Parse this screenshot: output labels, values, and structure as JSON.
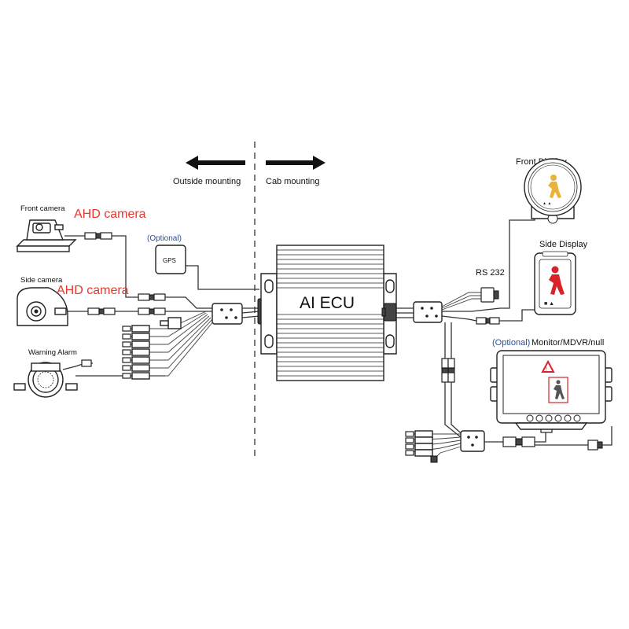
{
  "mounting": {
    "outside_label": "Outside mounting",
    "cab_label": "Cab mounting"
  },
  "devices": {
    "front_camera": "Front camera",
    "side_camera": "Side camera",
    "warning_alarm": "Warning Alarm",
    "ahd_camera_label_1": "AHD camera",
    "ahd_camera_label_2": "AHD camera",
    "gps_optional": "(Optional)",
    "gps": "GPS",
    "ecu": "AI ECU",
    "rs232": "RS 232",
    "front_display": "Front Display",
    "side_display": "Side Display",
    "monitor_optional": "(Optional)",
    "monitor": "Monitor/MDVR/null"
  },
  "colors": {
    "accent_red": "#e8372c",
    "optional_blue": "#2a4d9b",
    "figure_yellow": "#e9b23a",
    "figure_red": "#d8232a",
    "line": "#222222"
  },
  "icons": {
    "arrow_left": "arrow-left-icon",
    "arrow_right": "arrow-right-icon",
    "pedestrian": "pedestrian-icon",
    "warning_triangle": "warning-triangle-icon"
  }
}
